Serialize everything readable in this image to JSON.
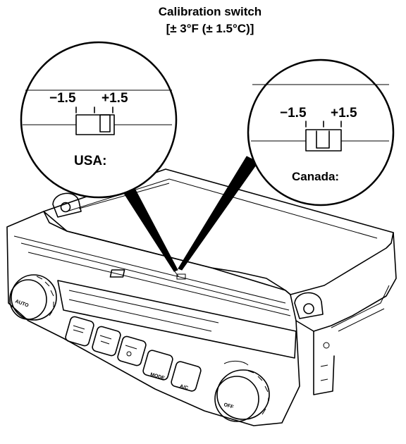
{
  "title": {
    "line1": "Calibration switch",
    "line2": "[± 3°F (± 1.5°C)]"
  },
  "usa": {
    "minus": "−1.5",
    "plus": "+1.5",
    "label": "USA:"
  },
  "canada": {
    "minus": "−1.5",
    "plus": "+1.5",
    "label": "Canada:"
  },
  "unit": {
    "knob_left": "AUTO",
    "knob_right": "OFF",
    "button_mode": "MODE",
    "button_ac": "A/C"
  }
}
